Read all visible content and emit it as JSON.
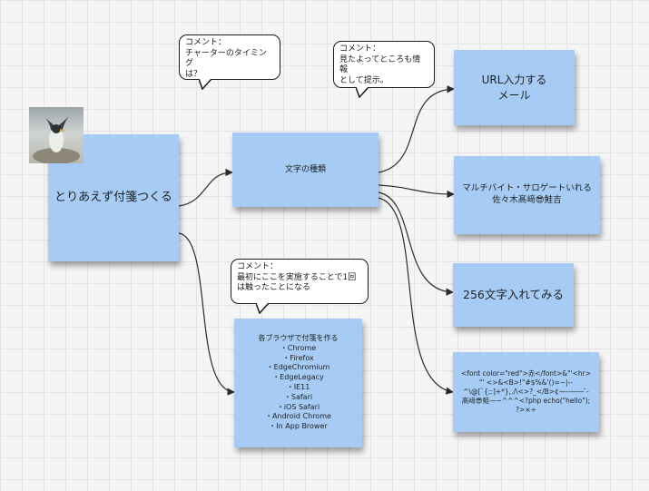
{
  "notes": {
    "start": "とりあえず付箋つくる",
    "char_types": "文字の種類",
    "url_mail": "URL入力する\nメール",
    "multibyte": "マルチバイト・サロゲートいれる\n佐々木髙﨑😎鮭吉",
    "len256": "256文字入れてみる",
    "html_inject": "<font color=\"red\">赤</font>&\"'<hr>\n\"' <>&<B>!\"#$%&'()=~|--\n^\\@[`{;:]+*},./\\<>?_</B>¢—‐-―— ̄-\n髙﨑😎鮭—~^^^<?php echo(\"hello\");\n?>×÷",
    "browsers": "各ブラウザで付箋を作る\n・Chrome\n・Firefox\n・EdgeChromium\n・EdgeLegacy\n・IE11\n・Safari\n・iOS Safari\n・Android Chrome\n・In App Brower"
  },
  "comments": {
    "chatter_timing": "コメント：\nチャーターのタイミング\nは？",
    "interesting": "コメント：\n見たよってところも情報\nとして提示。",
    "first_touch": "コメント：\n最初にここを実施することで1回\nは触ったことになる"
  },
  "avatar": {
    "icon": "penguin-photo-icon"
  },
  "colors": {
    "sticky": "#a6ccf5",
    "connector": "#2b2b2b"
  }
}
